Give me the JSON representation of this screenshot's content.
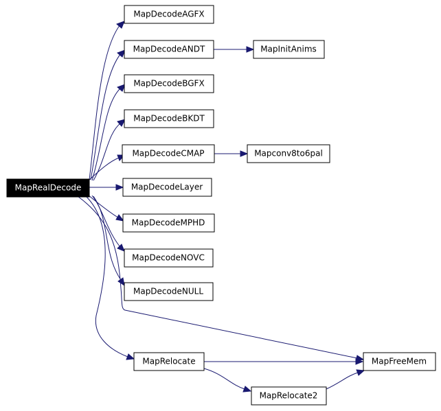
{
  "diagram": {
    "nodes": [
      {
        "id": "MapRealDecode",
        "label": "MapRealDecode",
        "root": true
      },
      {
        "id": "MapDecodeAGFX",
        "label": "MapDecodeAGFX"
      },
      {
        "id": "MapDecodeANDT",
        "label": "MapDecodeANDT"
      },
      {
        "id": "MapInitAnims",
        "label": "MapInitAnims"
      },
      {
        "id": "MapDecodeBGFX",
        "label": "MapDecodeBGFX"
      },
      {
        "id": "MapDecodeBKDT",
        "label": "MapDecodeBKDT"
      },
      {
        "id": "MapDecodeCMAP",
        "label": "MapDecodeCMAP"
      },
      {
        "id": "Mapconv8to6pal",
        "label": "Mapconv8to6pal"
      },
      {
        "id": "MapDecodeLayer",
        "label": "MapDecodeLayer"
      },
      {
        "id": "MapDecodeMPHD",
        "label": "MapDecodeMPHD"
      },
      {
        "id": "MapDecodeNOVC",
        "label": "MapDecodeNOVC"
      },
      {
        "id": "MapDecodeNULL",
        "label": "MapDecodeNULL"
      },
      {
        "id": "MapRelocate",
        "label": "MapRelocate"
      },
      {
        "id": "MapRelocate2",
        "label": "MapRelocate2"
      },
      {
        "id": "MapFreeMem",
        "label": "MapFreeMem"
      }
    ],
    "edges": [
      {
        "from": "MapRealDecode",
        "to": "MapDecodeAGFX"
      },
      {
        "from": "MapRealDecode",
        "to": "MapDecodeANDT"
      },
      {
        "from": "MapDecodeANDT",
        "to": "MapInitAnims"
      },
      {
        "from": "MapRealDecode",
        "to": "MapDecodeBGFX"
      },
      {
        "from": "MapRealDecode",
        "to": "MapDecodeBKDT"
      },
      {
        "from": "MapRealDecode",
        "to": "MapDecodeCMAP"
      },
      {
        "from": "MapDecodeCMAP",
        "to": "Mapconv8to6pal"
      },
      {
        "from": "MapRealDecode",
        "to": "MapDecodeLayer"
      },
      {
        "from": "MapRealDecode",
        "to": "MapDecodeMPHD"
      },
      {
        "from": "MapRealDecode",
        "to": "MapDecodeNOVC"
      },
      {
        "from": "MapRealDecode",
        "to": "MapDecodeNULL"
      },
      {
        "from": "MapRealDecode",
        "to": "MapFreeMem"
      },
      {
        "from": "MapRealDecode",
        "to": "MapRelocate"
      },
      {
        "from": "MapRelocate",
        "to": "MapFreeMem"
      },
      {
        "from": "MapRelocate",
        "to": "MapRelocate2"
      },
      {
        "from": "MapRelocate2",
        "to": "MapFreeMem"
      }
    ],
    "colors": {
      "edge": "#191970",
      "root_fill": "#000000",
      "root_text": "#ffffff",
      "node_fill": "#ffffff",
      "node_border": "#000000"
    }
  }
}
